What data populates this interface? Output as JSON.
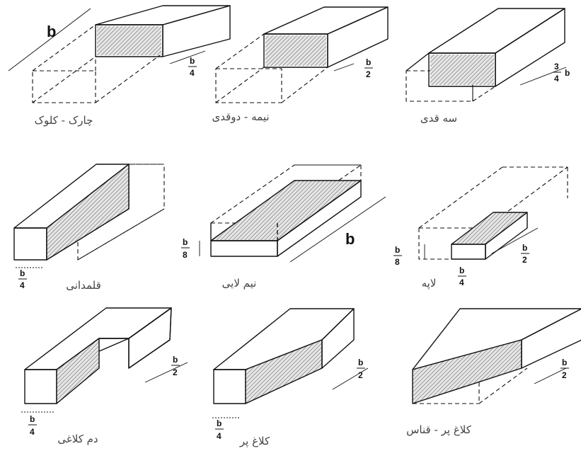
{
  "b_label": "b",
  "panels": [
    {
      "caption": "چارک - کلوک",
      "dims": [
        {
          "num": "b",
          "den": "4"
        }
      ]
    },
    {
      "caption": "نیمه - دوقدی",
      "dims": [
        {
          "num": "b",
          "den": "2"
        }
      ]
    },
    {
      "caption": "سه قدی",
      "dims": [
        {
          "text": "b",
          "num": "3",
          "den": "4"
        }
      ]
    },
    {
      "caption": "قلمدانی",
      "dims": [
        {
          "num": "b",
          "den": "4"
        }
      ]
    },
    {
      "caption": "نیم لایی",
      "dims": [
        {
          "num": "b",
          "den": "8"
        }
      ]
    },
    {
      "caption": "لاپه",
      "dims": [
        {
          "num": "b",
          "den": "8"
        },
        {
          "num": "b",
          "den": "2"
        },
        {
          "num": "b",
          "den": "4"
        }
      ]
    },
    {
      "caption": "دم کلاغی",
      "dims": [
        {
          "num": "b",
          "den": "2"
        },
        {
          "num": "b",
          "den": "4"
        }
      ]
    },
    {
      "caption": "کلاغ پر",
      "dims": [
        {
          "num": "b",
          "den": "2"
        },
        {
          "num": "b",
          "den": "4"
        }
      ]
    },
    {
      "caption": "کلاغ پر - قناس",
      "dims": [
        {
          "num": "b",
          "den": "2"
        }
      ]
    }
  ]
}
